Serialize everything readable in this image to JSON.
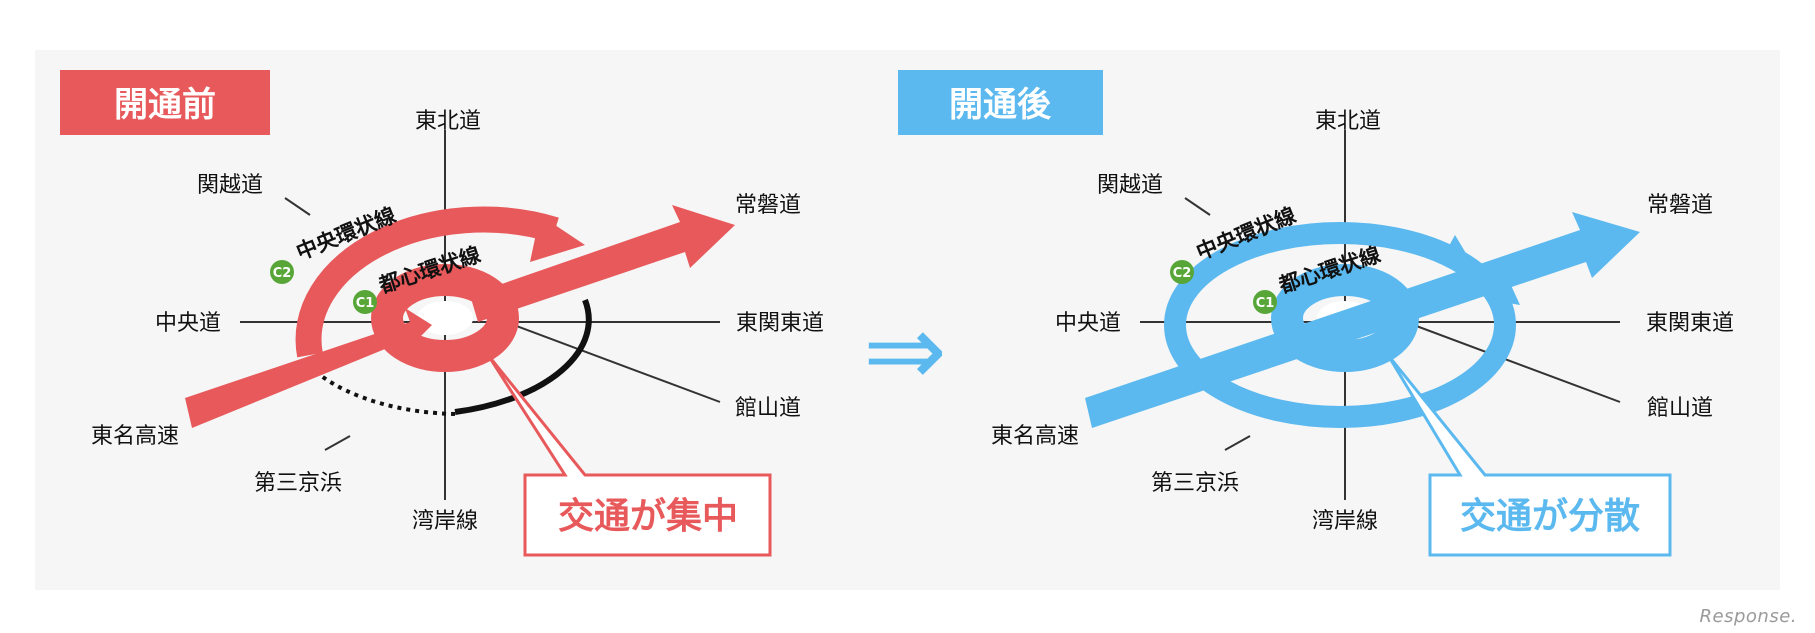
{
  "colors": {
    "before": "#e8595b",
    "after": "#5cb9ef",
    "ring_badge": "#57a637"
  },
  "before": {
    "badge": "開通前",
    "callout": "交通が集中",
    "routes": {
      "north": "東北道",
      "kanetsu": "関越道",
      "joban": "常磐道",
      "chuo": "中央道",
      "higashikanto": "東関東道",
      "tateyama": "館山道",
      "tomei": "東名高速",
      "daisan": "第三京浜",
      "wangan": "湾岸線"
    },
    "rings": {
      "outer": "中央環状線",
      "outer_num": "C2",
      "inner": "都心環状線",
      "inner_num": "C1"
    }
  },
  "after": {
    "badge": "開通後",
    "callout": "交通が分散",
    "routes": {
      "north": "東北道",
      "kanetsu": "関越道",
      "joban": "常磐道",
      "chuo": "中央道",
      "higashikanto": "東関東道",
      "tateyama": "館山道",
      "tomei": "東名高速",
      "daisan": "第三京浜",
      "wangan": "湾岸線"
    },
    "rings": {
      "outer": "中央環状線",
      "outer_num": "C2",
      "inner": "都心環状線",
      "inner_num": "C1"
    }
  },
  "transition_arrow": "⇒",
  "watermark": "Response."
}
